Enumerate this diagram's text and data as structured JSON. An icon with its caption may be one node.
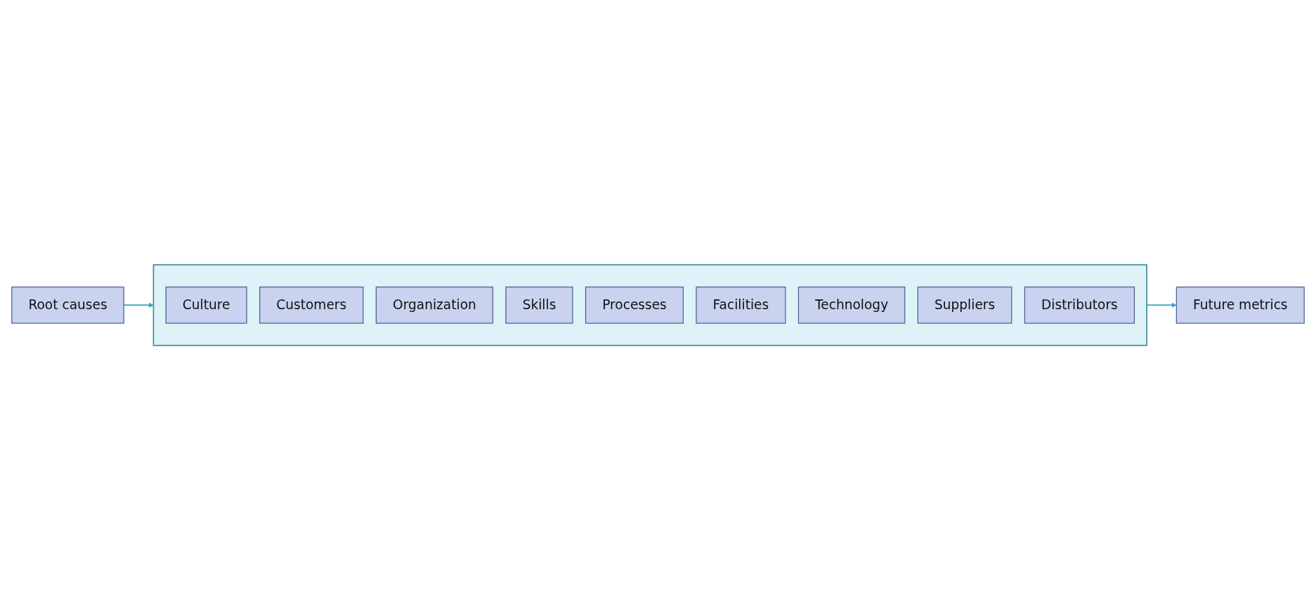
{
  "diagram": {
    "nodes": [
      {
        "text": [
          "Root causes"
        ]
      },
      {
        "text": [],
        "shape": "box"
      },
      {
        "text": [
          "Culture"
        ],
        "in": 1
      },
      {
        "text": [
          "Customers"
        ],
        "in": 1
      },
      {
        "text": [
          "Organization"
        ],
        "in": 1
      },
      {
        "text": [
          "Skills"
        ],
        "in": 1
      },
      {
        "text": [
          "Processes"
        ],
        "in": 1
      },
      {
        "text": [
          "Facilities"
        ],
        "in": 1
      },
      {
        "text": [
          "Technology"
        ],
        "in": 1
      },
      {
        "text": [
          "Suppliers"
        ],
        "in": 1
      },
      {
        "text": [
          "Distributors"
        ],
        "in": 1
      },
      {
        "text": [
          "Future metrics"
        ]
      }
    ],
    "edges": [
      {
        "from": 0,
        "to": 1,
        "arrow": "to"
      },
      {
        "from": 1,
        "to": 11,
        "arrow": "to"
      }
    ]
  }
}
